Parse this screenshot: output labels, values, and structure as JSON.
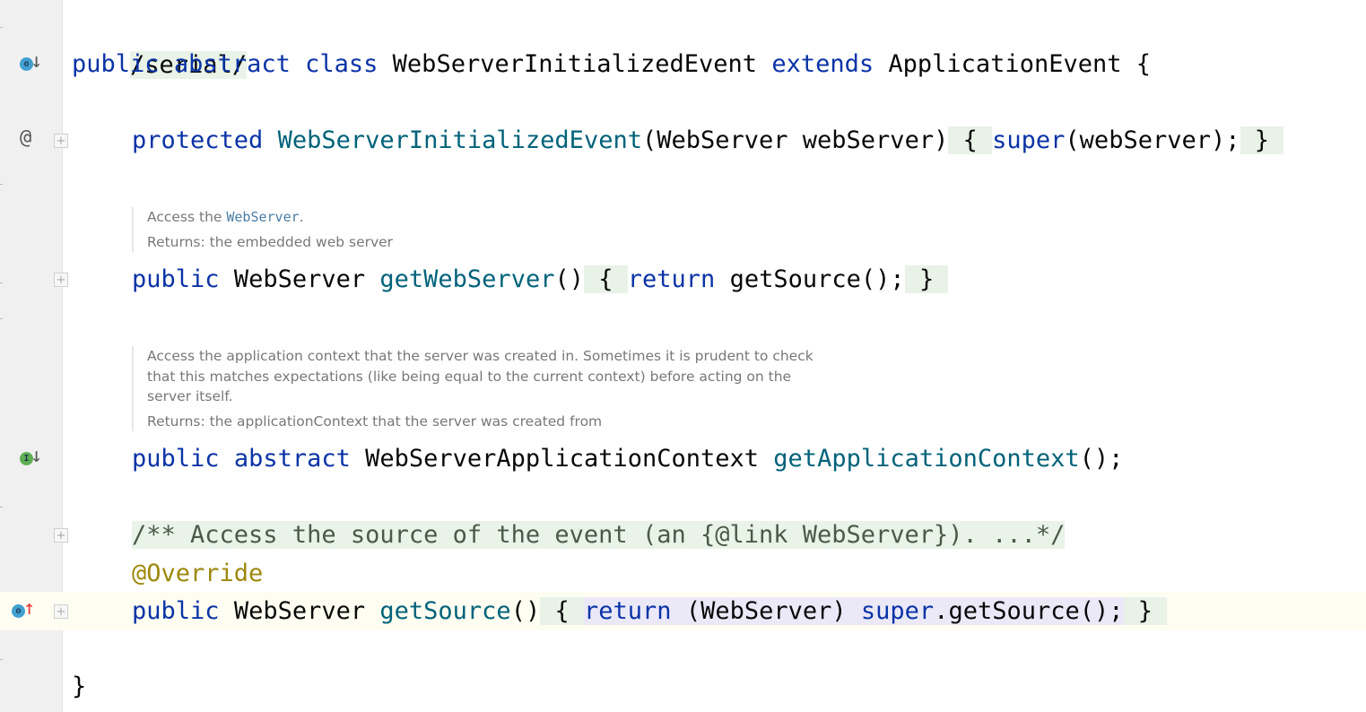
{
  "editor": {
    "line1": {
      "serial": "/serial/"
    },
    "line2": {
      "kw_public": "public",
      "kw_abstract": "abstract",
      "kw_class": "class",
      "class_name": "WebServerInitializedEvent",
      "kw_extends": "extends",
      "parent": "ApplicationEvent",
      "brace": "{"
    },
    "line3": {
      "kw_protected": "protected",
      "ctor": "WebServerInitializedEvent",
      "params": "(WebServer webServer)",
      "open": "{",
      "kw_super": "super",
      "call": "(webServer);",
      "close": "}"
    },
    "doc1": {
      "text_before": "Access the ",
      "link": "WebServer",
      "text_after": ".",
      "returns": "Returns: the embedded web server"
    },
    "line4": {
      "kw_public": "public",
      "type": "WebServer",
      "method": "getWebServer",
      "parens": "()",
      "open": "{",
      "kw_return": "return",
      "call": "getSource();",
      "close": "}"
    },
    "doc2": {
      "l1": "Access the application context that the server was created in. Sometimes it is prudent to check",
      "l2": "that this matches expectations (like being equal to the current context) before acting on the",
      "l3": "server itself.",
      "returns": "Returns: the applicationContext that the server was created from"
    },
    "line5": {
      "kw_public": "public",
      "kw_abstract": "abstract",
      "type": "WebServerApplicationContext",
      "method": "getApplicationContext",
      "tail": "();"
    },
    "line6": {
      "comment": "/** Access the source of the event (an {@link WebServer}). ...*/"
    },
    "line7": {
      "annotation": "@Override"
    },
    "line8": {
      "kw_public": "public",
      "type": "WebServer",
      "method": "getSource",
      "parens": "()",
      "open": "{",
      "kw_return": "return",
      "cast": "(WebServer)",
      "kw_super": "super",
      "call": ".getSource();",
      "close": "}"
    },
    "line9": {
      "brace": "}"
    },
    "gutter": {
      "icons": [
        "implemented-abstract-icon",
        "annotation-at-icon",
        "abstract-method-icon",
        "overrides-method-icon"
      ],
      "at_symbol": "@",
      "fold_symbol": "+",
      "badge_o": "o",
      "badge_i": "I"
    },
    "colors": {
      "keyword": "#0a33a6",
      "function": "#00627a",
      "annotation": "#9e880d",
      "current_line": "#fefdf1",
      "fold_highlight": "#e8f2e7"
    }
  }
}
